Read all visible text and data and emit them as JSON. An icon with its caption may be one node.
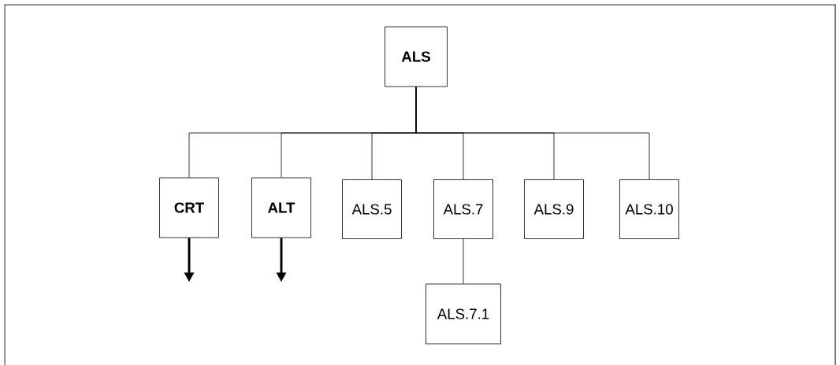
{
  "diagram": {
    "nodes": [
      {
        "text": [
          "ALS"
        ]
      },
      {
        "text": [
          "CRT"
        ]
      },
      {
        "text": [
          "ALT"
        ]
      },
      {
        "text": [
          "ALS.5"
        ]
      },
      {
        "text": [
          "ALS.7"
        ]
      },
      {
        "text": [
          "ALS.9"
        ]
      },
      {
        "text": [
          "ALS.10"
        ]
      },
      {
        "text": [
          "ALS.7.1"
        ]
      }
    ],
    "edges": [
      {
        "from": 0,
        "to": 1,
        "arrow": "none"
      },
      {
        "from": 0,
        "to": 2,
        "arrow": "none"
      },
      {
        "from": 0,
        "to": 3,
        "arrow": "none"
      },
      {
        "from": 0,
        "to": 4,
        "arrow": "none"
      },
      {
        "from": 0,
        "to": 5,
        "arrow": "none"
      },
      {
        "from": 0,
        "to": 6,
        "arrow": "none"
      },
      {
        "from": 4,
        "to": 7,
        "arrow": "none"
      },
      {
        "from": 1,
        "to": null,
        "arrow": "to",
        "style": "thick"
      },
      {
        "from": 2,
        "to": null,
        "arrow": "to",
        "style": "thick"
      }
    ]
  }
}
